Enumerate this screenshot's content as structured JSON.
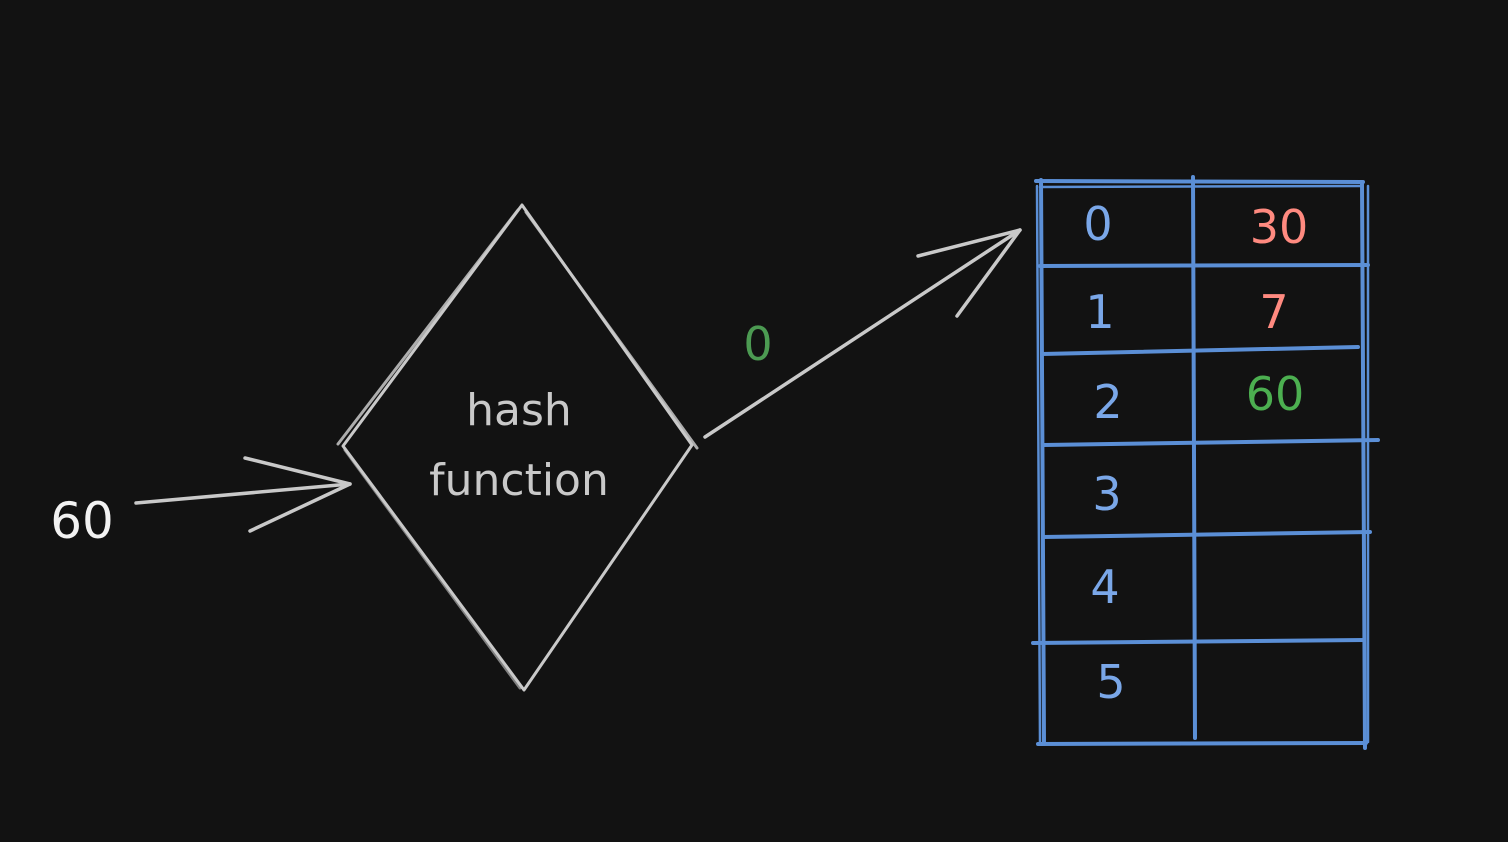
{
  "input": {
    "value": "60"
  },
  "hash_node": {
    "line1": "hash",
    "line2": "function"
  },
  "edge": {
    "label": "0"
  },
  "table": {
    "rows": [
      {
        "index": "0",
        "value": "30",
        "value_color": "#ff8a80"
      },
      {
        "index": "1",
        "value": "7",
        "value_color": "#ff8a80"
      },
      {
        "index": "2",
        "value": "60",
        "value_color": "#4caf50"
      },
      {
        "index": "3",
        "value": "",
        "value_color": "#ff8a80"
      },
      {
        "index": "4",
        "value": "",
        "value_color": "#ff8a80"
      },
      {
        "index": "5",
        "value": "",
        "value_color": "#ff8a80"
      }
    ]
  },
  "colors": {
    "background": "#121212",
    "stroke": "#c9c9c9",
    "input_text": "#f2f2f2",
    "table": "#5b8fd6",
    "index_text": "#7aa7e8",
    "edge_label": "#4c9a52"
  }
}
